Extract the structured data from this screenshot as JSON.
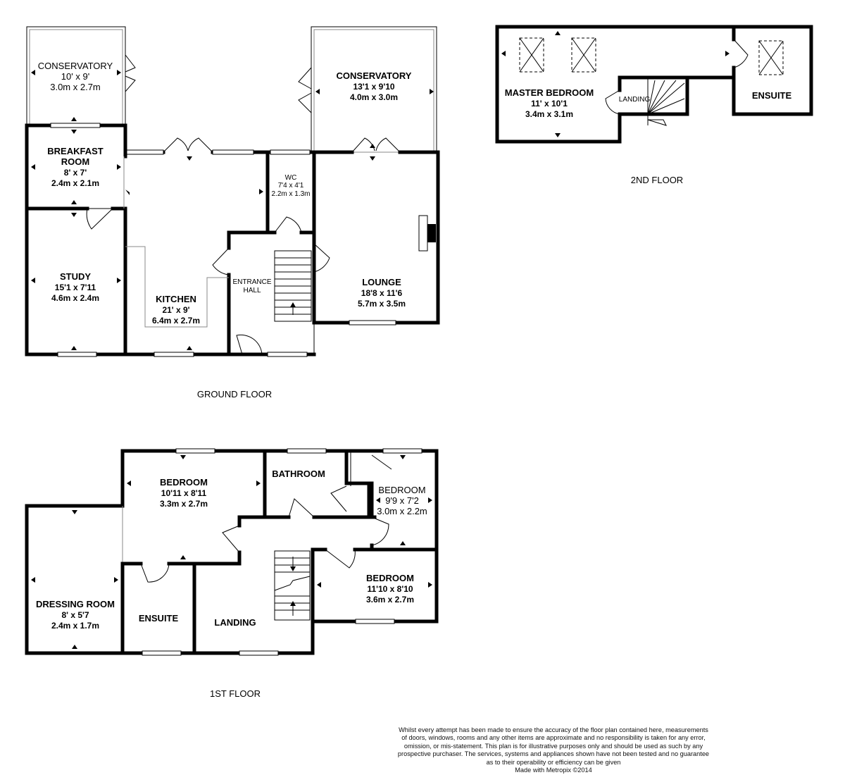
{
  "floors": {
    "ground": {
      "label": "GROUND FLOOR",
      "rooms": {
        "conservatory_left": {
          "name": "CONSERVATORY",
          "imperial": "10' x 9'",
          "metric": "3.0m x 2.7m"
        },
        "breakfast": {
          "name_line1": "BREAKFAST",
          "name_line2": "ROOM",
          "imperial": "8' x 7'",
          "metric": "2.4m x 2.1m"
        },
        "study": {
          "name": "STUDY",
          "imperial": "15'1 x 7'11",
          "metric": "4.6m x 2.4m"
        },
        "kitchen": {
          "name": "KITCHEN",
          "imperial": "21' x 9'",
          "metric": "6.4m x 2.7m"
        },
        "wc": {
          "name": "WC",
          "imperial": "7'4 x 4'1",
          "metric": "2.2m x 1.3m"
        },
        "entrance_hall": {
          "name_line1": "ENTRANCE",
          "name_line2": "HALL"
        },
        "conservatory_right": {
          "name": "CONSERVATORY",
          "imperial": "13'1 x 9'10",
          "metric": "4.0m x 3.0m"
        },
        "lounge": {
          "name": "LOUNGE",
          "imperial": "18'8 x 11'6",
          "metric": "5.7m x 3.5m"
        }
      }
    },
    "first": {
      "label": "1ST FLOOR",
      "rooms": {
        "bedroom_main": {
          "name": "BEDROOM",
          "imperial": "10'11 x 8'11",
          "metric": "3.3m x 2.7m"
        },
        "bathroom": {
          "name": "BATHROOM"
        },
        "bedroom_small": {
          "name": "BEDROOM",
          "imperial": "9'9 x 7'2",
          "metric": "3.0m x 2.2m"
        },
        "bedroom_right": {
          "name": "BEDROOM",
          "imperial": "11'10 x 8'10",
          "metric": "3.6m x 2.7m"
        },
        "dressing": {
          "name": "DRESSING ROOM",
          "imperial": "8' x 5'7",
          "metric": "2.4m x 1.7m"
        },
        "ensuite": {
          "name": "ENSUITE"
        },
        "landing": {
          "name": "LANDING"
        }
      }
    },
    "second": {
      "label": "2ND FLOOR",
      "rooms": {
        "master": {
          "name": "MASTER BEDROOM",
          "imperial": "11' x 10'1",
          "metric": "3.4m x 3.1m"
        },
        "landing": {
          "name": "LANDING"
        },
        "ensuite": {
          "name": "ENSUITE"
        }
      }
    }
  },
  "disclaimer": {
    "line1": "Whilst every attempt has been made to ensure the accuracy of the floor plan contained here, measurements",
    "line2": "of doors, windows, rooms and any other items are approximate and no responsibility is taken for any error,",
    "line3": "omission, or mis-statement. This plan is for illustrative purposes only and should be used as such by any",
    "line4": "prospective purchaser. The services, systems and appliances shown have not been tested and no guarantee",
    "line5": "as to their operability or efficiency can be given",
    "line6": "Made with Metropix ©2014"
  }
}
